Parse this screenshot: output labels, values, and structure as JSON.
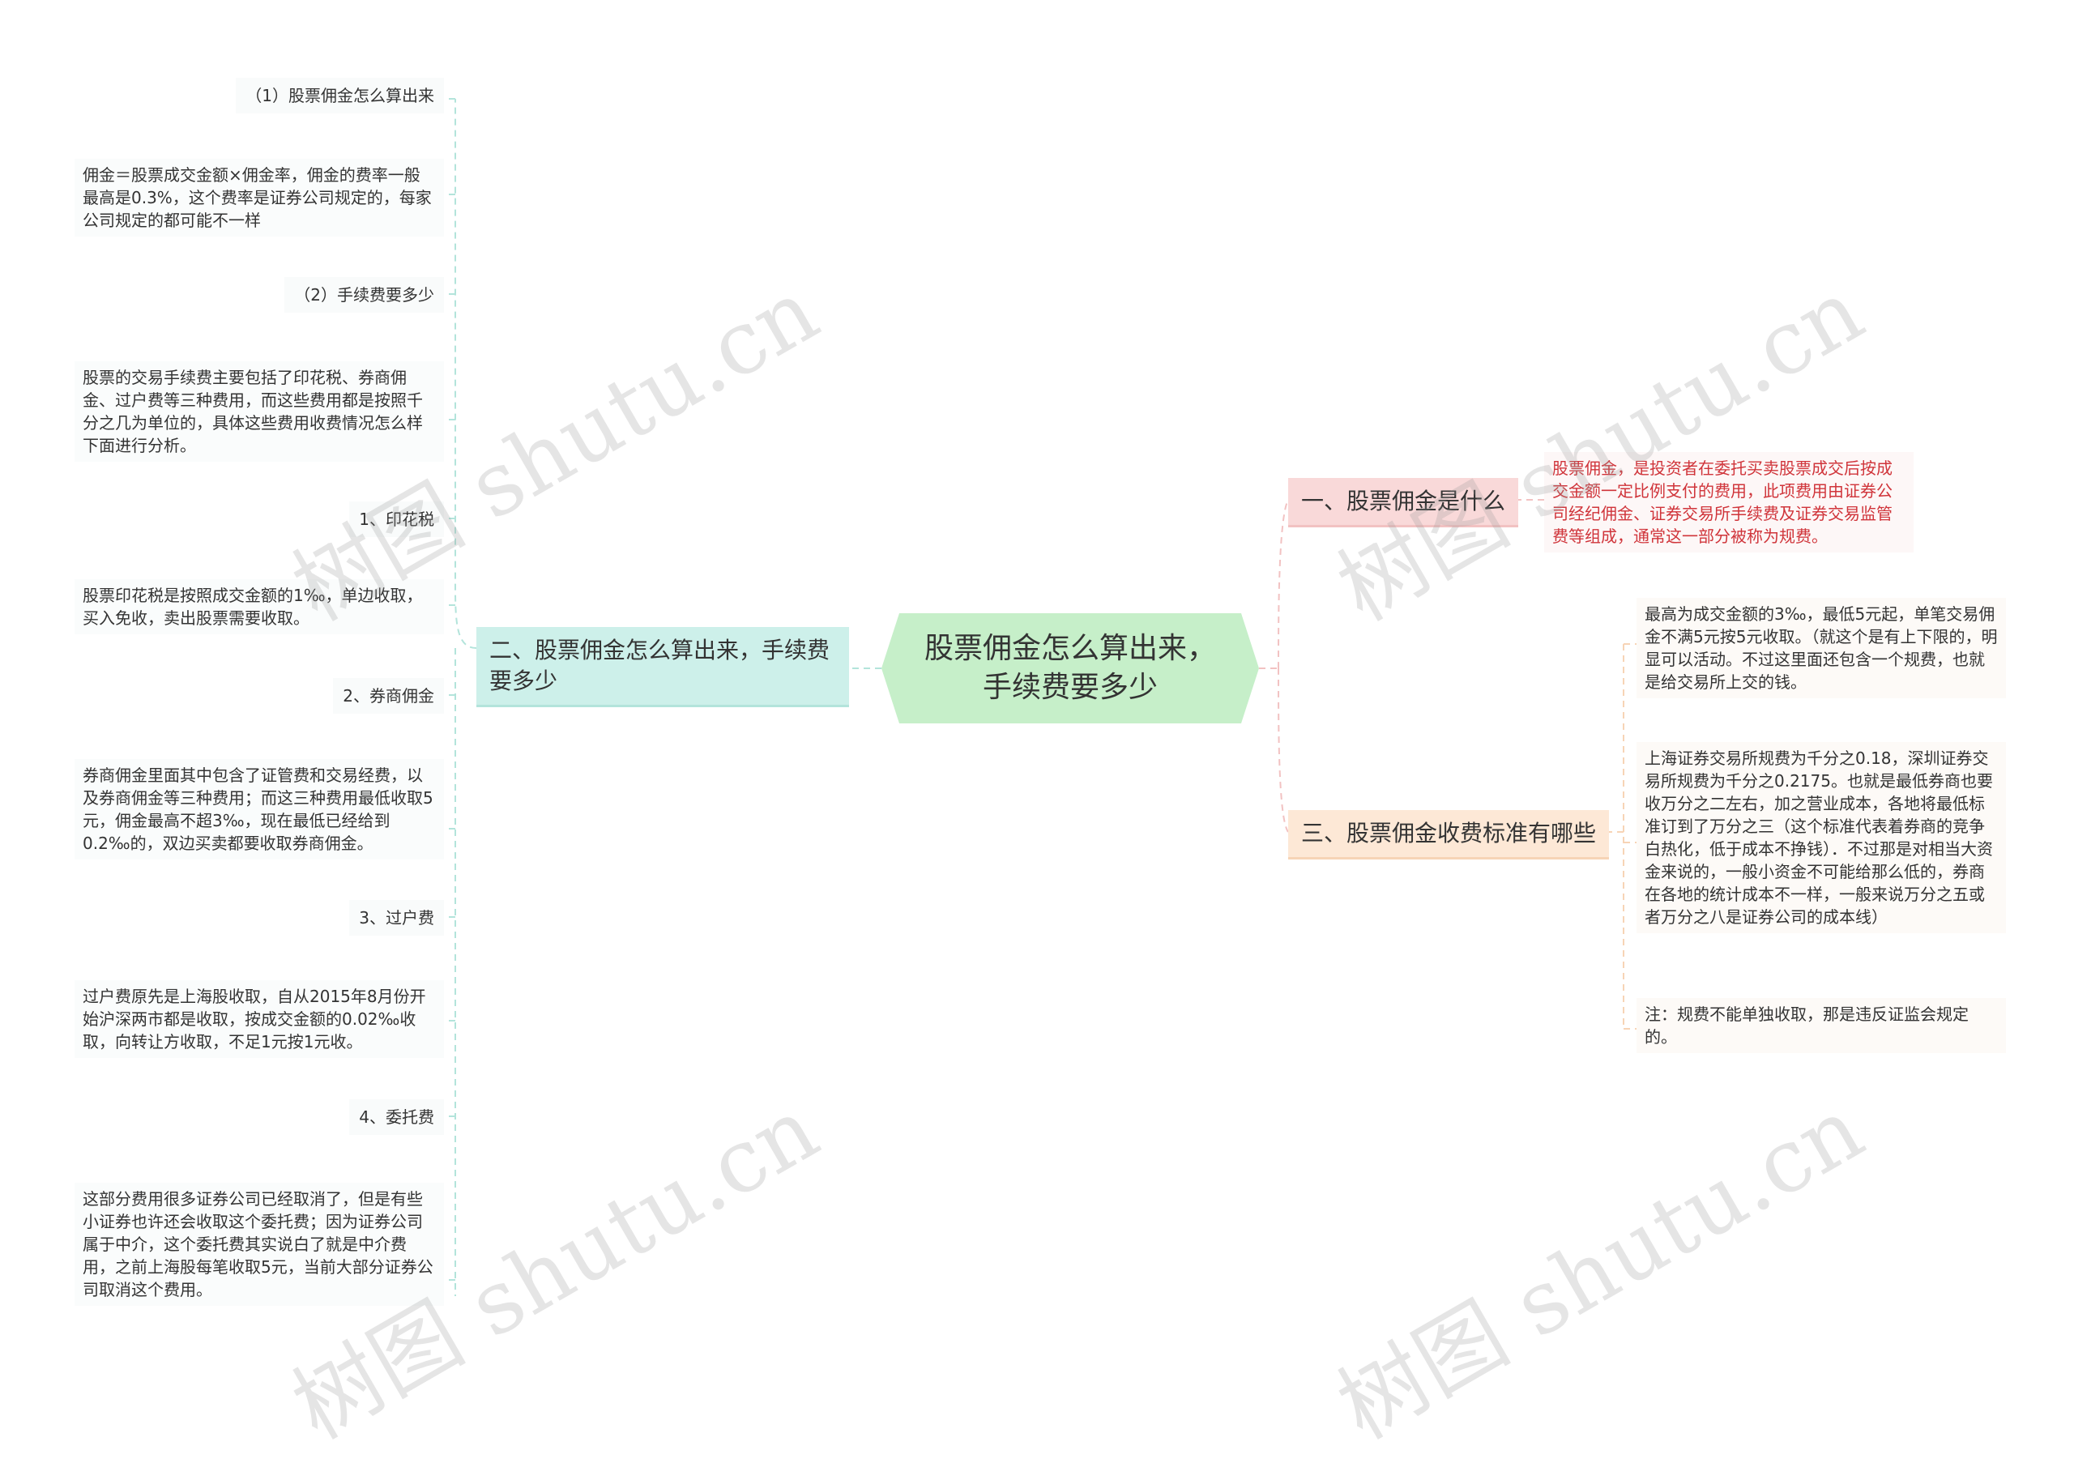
{
  "center": {
    "title": "股票佣金怎么算出来，手续费要多少"
  },
  "left_branch": {
    "title": "二、股票佣金怎么算出来，手续费要多少",
    "items": [
      {
        "title": "（1）股票佣金怎么算出来",
        "body": "佣金＝股票成交金额×佣金率，佣金的费率一般最高是0.3%，这个费率是证券公司规定的，每家公司规定的都可能不一样"
      },
      {
        "title": "（2）手续费要多少",
        "body": "股票的交易手续费主要包括了印花税、券商佣金、过户费等三种费用，而这些费用都是按照千分之几为单位的，具体这些费用收费情况怎么样下面进行分析。"
      },
      {
        "title": "1、印花税",
        "body": "股票印花税是按照成交金额的1‰，单边收取，买入免收，卖出股票需要收取。"
      },
      {
        "title": "2、券商佣金",
        "body": "券商佣金里面其中包含了证管费和交易经费，以及券商佣金等三种费用；而这三种费用最低收取5元，佣金最高不超3‰，现在最低已经给到0.2‰的，双边买卖都要收取券商佣金。"
      },
      {
        "title": "3、过户费",
        "body": "过户费原先是上海股收取，自从2015年8月份开始沪深两市都是收取，按成交金额的0.02‰收取，向转让方收取，不足1元按1元收。"
      },
      {
        "title": "4、委托费",
        "body": "这部分费用很多证券公司已经取消了，但是有些小证券也许还会收取这个委托费；因为证券公司属于中介，这个委托费其实说白了就是中介费用，之前上海股每笔收取5元，当前大部分证券公司取消这个费用。"
      }
    ]
  },
  "right_branch_1": {
    "title": "一、股票佣金是什么",
    "body": "股票佣金，是投资者在委托买卖股票成交后按成交金额一定比例支付的费用，此项费用由证券公司经纪佣金、证券交易所手续费及证券交易监管费等组成，通常这一部分被称为规费。"
  },
  "right_branch_3": {
    "title": "三、股票佣金收费标准有哪些",
    "items": [
      "最高为成交金额的3‰，最低5元起，单笔交易佣金不满5元按5元收取。（就这个是有上下限的，明显可以活动。不过这里面还包含一个规费，也就是给交易所上交的钱。",
      "上海证券交易所规费为千分之0.18，深圳证券交易所规费为千分之0.2175。也就是最低券商也要收万分之二左右，加之营业成本，各地将最低标准订到了万分之三（这个标准代表着券商的竞争白热化，低于成本不挣钱）．不过那是对相当大资金来说的，一般小资金不可能给那么低的，券商在各地的统计成本不一样，一般来说万分之五或者万分之八是证券公司的成本线）",
      "注：规费不能单独收取，那是违反证监会规定的。"
    ]
  },
  "watermark": "树图 shutu.cn",
  "colors": {
    "center": "#c6efc9",
    "left_branch": "#cdf0ea",
    "right_branch_1": "#f9d9d9",
    "right_branch_3": "#fde8d6",
    "red_text": "#d0343a"
  }
}
